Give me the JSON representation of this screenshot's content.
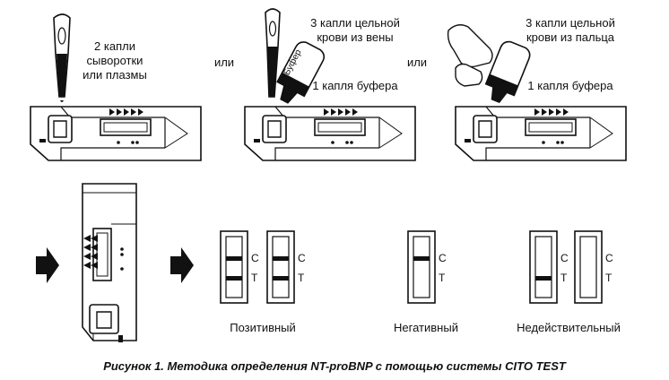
{
  "step1": {
    "serum_text": [
      "2 капли",
      "сыворотки",
      "или плазмы"
    ]
  },
  "or_label": "или",
  "step2": {
    "blood_text": [
      "3 капли цельной",
      "крови из вены"
    ],
    "buffer_text": "1 капля буфера",
    "bottle_label": "Буфер"
  },
  "step3": {
    "blood_text": [
      "3 капли цельной",
      "крови из пальца"
    ],
    "buffer_text": "1 капля буфера"
  },
  "results": {
    "c_label": "C",
    "t_label": "T",
    "positive": "Позитивный",
    "negative": "Негативный",
    "invalid": "Недействительный"
  },
  "caption": "Рисунок 1. Методика определения NT-proBNP с помощью системы CITO TEST"
}
